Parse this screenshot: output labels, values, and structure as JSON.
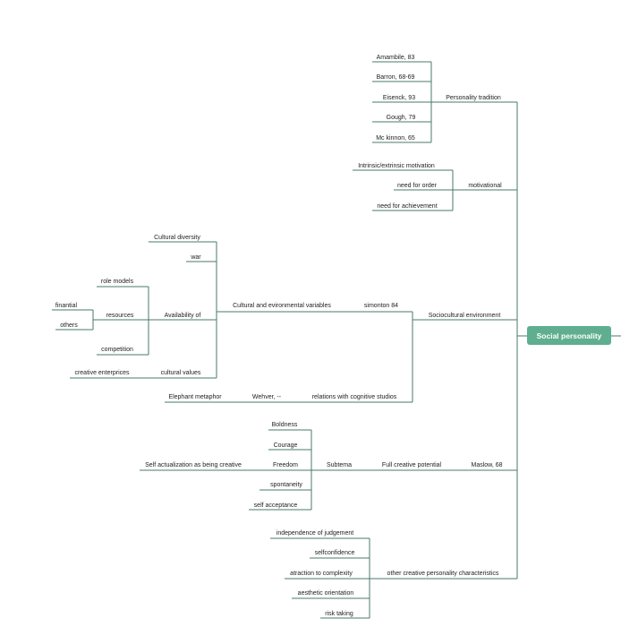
{
  "accent_color": "#5fae8f",
  "line_color": "#4a7a6c",
  "central_topic": "Social personality",
  "main_branches": {
    "personality_tradition": {
      "label": "Personality tradition",
      "children": [
        "Amambile, 83",
        "Barron, 68-69",
        "Eisenck, 93",
        "Gough, 79",
        "Mc kinnon, 65"
      ]
    },
    "motivational": {
      "label": "motivational",
      "children": [
        "Intrinsic/extrinsic motivation",
        "need for order",
        "need for achievement"
      ]
    },
    "sociocultural_environment": {
      "label": "Sociocultural environment",
      "simonton": {
        "label": "simonton 84",
        "cultural_variables": {
          "label": "Cultural and evironmental variables",
          "cultural_diversity": "Cultural diversity",
          "war": "war",
          "availability": {
            "label": "Availability of",
            "role_models": "role models",
            "resources": {
              "label": "resources",
              "children": [
                "finantial",
                "others"
              ]
            },
            "competition": "competition"
          },
          "cultural_values": {
            "label": "cultural values",
            "child": "creative enterprices"
          }
        }
      },
      "cognitive": {
        "label": "relations with cognitive studios",
        "wehver": "Wehver, --",
        "elephant": "Elephant metaphor"
      }
    },
    "maslow": {
      "label": "Maslow, 68",
      "full_potential": {
        "label": "Full creative potential",
        "subtema": {
          "label": "Subtema",
          "children": [
            "Boldness",
            "Courage",
            "Freedom",
            "spontaneity",
            "self acceptance"
          ],
          "freedom_child": "Self actualization as being creative"
        }
      }
    },
    "other_characteristics": {
      "label": "other creative personality characteristics",
      "children": [
        "independence of judgement",
        "selfconfidence",
        "atraction to complexity",
        "aesthetic orientation",
        "risk taking"
      ]
    }
  }
}
